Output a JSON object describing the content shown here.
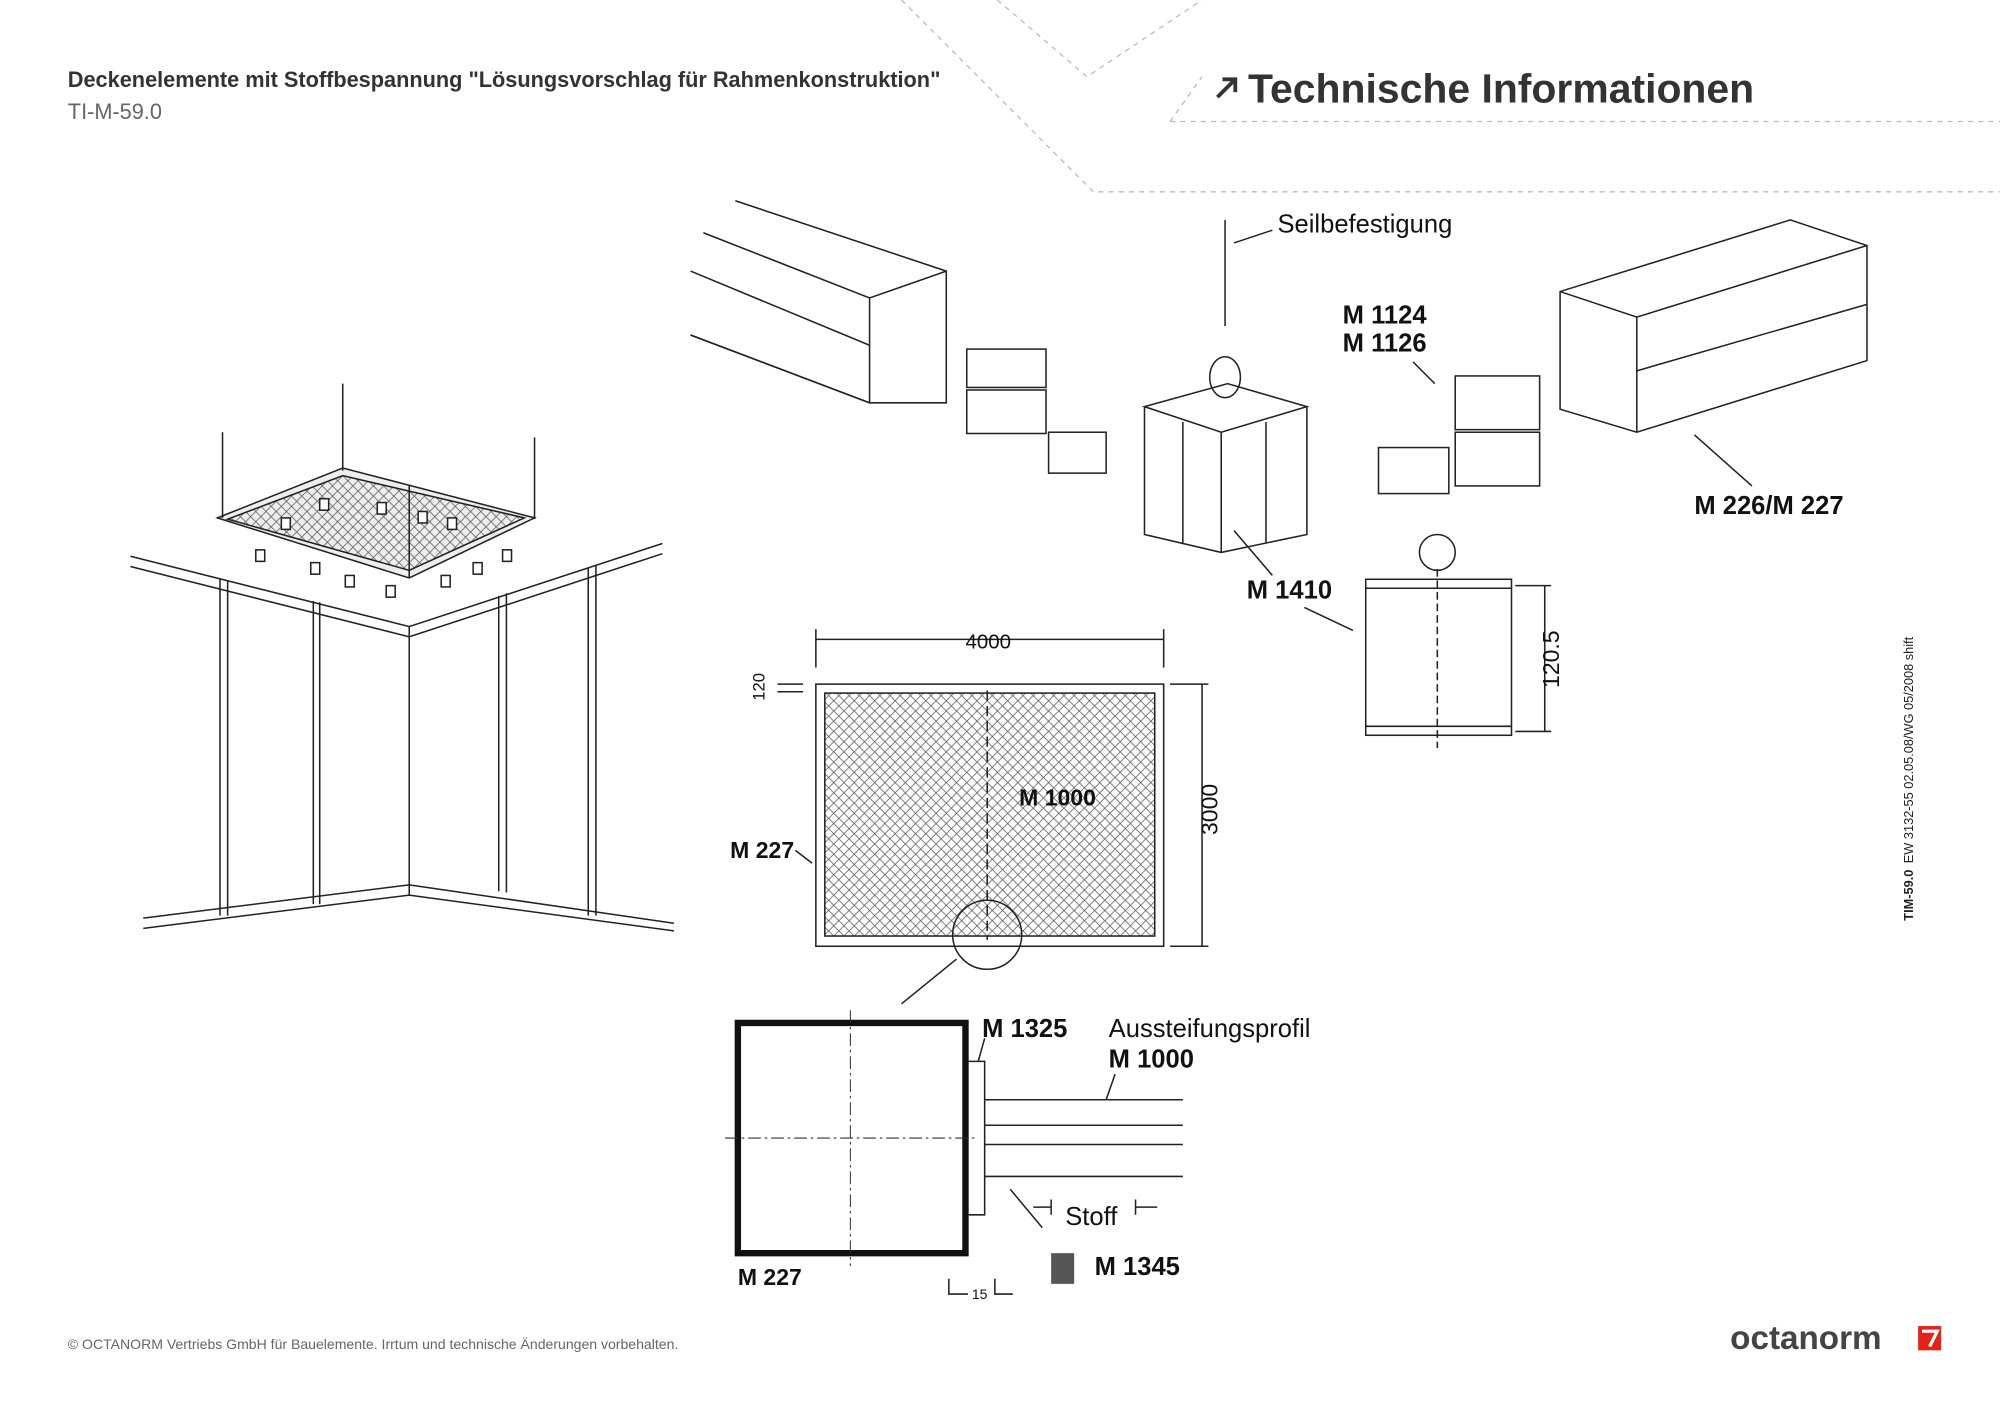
{
  "header": {
    "title": "Deckenelemente mit Stoffbespannung  \"Lösungsvorschlag für Rahmenkonstruktion\"",
    "doc_id": "TI-M-59.0",
    "section_title": "Technische Informationen",
    "section_icon": "arrow-up-right-icon"
  },
  "drawing_labels": {
    "seil": "Seilbefestigung",
    "m1124": "M 1124",
    "m1126": "M 1126",
    "m226": "M 226/M 227",
    "m1410": "M 1410",
    "dim_4000": "4000",
    "dim_120": "120",
    "dim_1205": "120.5",
    "dim_3000": "3000",
    "m1000_plan": "M 1000",
    "m227_plan": "M 227",
    "m1325": "M 1325",
    "aussteifung": "Aussteifungsprofil",
    "m1000_detail": "M 1000",
    "stoff": "Stoff",
    "m1345": "M 1345",
    "m227_detail": "M 227",
    "dim_15": "15"
  },
  "side_note": {
    "code": "TIM-59.0",
    "info": "EW 3132-55  02.05.08/WG  05/2008 shift"
  },
  "footer": {
    "copyright": "© OCTANORM Vertriebs GmbH für Bauelemente. Irrtum und technische Änderungen vorbehalten.",
    "logo": "octanorm",
    "logo_color": "#e2231a"
  }
}
